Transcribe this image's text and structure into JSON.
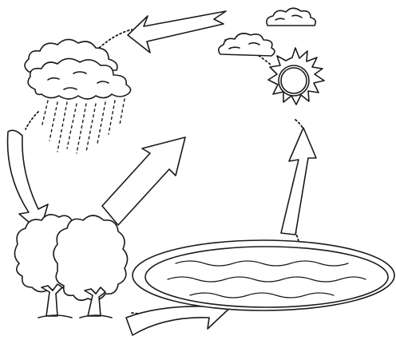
{
  "diagram": {
    "type": "water-cycle-illustration",
    "elements": [
      "rain-cloud",
      "sun",
      "small-clouds",
      "trees",
      "lake",
      "cycle-arrows"
    ],
    "colors": {
      "line": "#1a1a1a",
      "fill": "#ffffff"
    }
  }
}
